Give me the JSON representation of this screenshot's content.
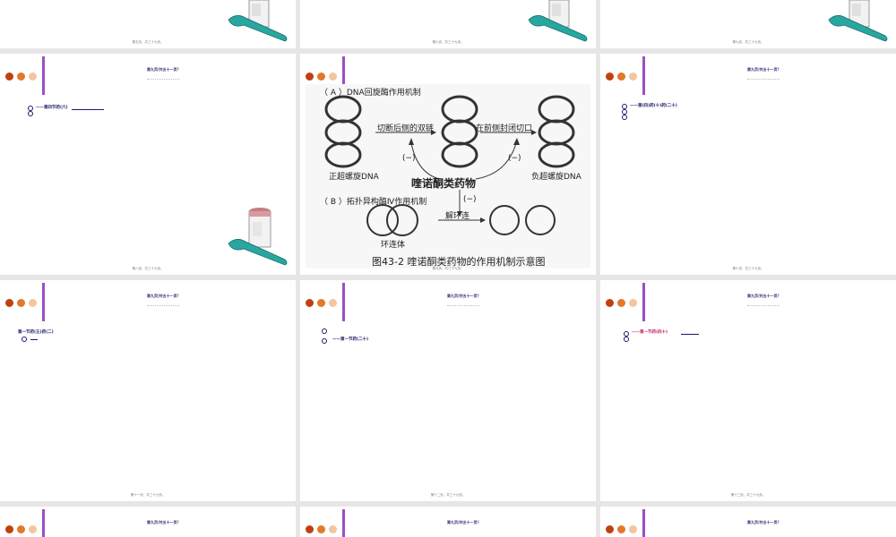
{
  "slides": {
    "s1": {
      "footer": "第五页，共三十九页。"
    },
    "s2": {
      "footer": "第六页，共三十九页。"
    },
    "s3": {
      "footer": "第七页，共三十九页。"
    },
    "s4": {
      "header": "第九页/共五十一页？",
      "item": "——第四节药(六)",
      "footer": "第八页，共三十九页。"
    },
    "s5": {
      "footer": "第九页，共三十九页。",
      "diagram": {
        "title_a": "（ A ）DNA回旋酶作用机制",
        "label_positive": "正超螺旋DNA",
        "label_cut": "切断后侧的双链",
        "label_seal": "在前侧封闭切口",
        "label_negative": "负超螺旋DNA",
        "label_drug": "喹诺酮类药物",
        "label_inhibit_left": "(−)",
        "label_inhibit_right": "(−)",
        "label_inhibit_down": "(−)",
        "title_b": "（ B ）拓扑异构酶Ⅳ作用机制",
        "label_decatenate": "解环连",
        "label_catenane": "环连体",
        "caption": "图43-2  喹诺酮类药物的作用机制示意图"
      }
    },
    "s6": {
      "header": "第九页/共五十一页？",
      "item": "——第(四)药(十)药(二十)",
      "footer": "第十页，共三十九页。"
    },
    "s7": {
      "header": "第九页/共五十一页？",
      "item": "第一节药(五)药(二)",
      "footer": "第十一页，共三十九页。"
    },
    "s8": {
      "header": "第九页/共五十一页？",
      "item": "——第一节药(二十)",
      "footer": "第十二页，共三十九页。"
    },
    "s9": {
      "header": "第九页/共五十一页？",
      "item": "——第一节药(四十)",
      "footer": "第十三页，共三十九页。"
    },
    "s10": {
      "header": "第九页/共五十一页？"
    },
    "s11": {
      "header": "第九页/共五十一页？"
    },
    "s12": {
      "header": "第九页/共五十一页？"
    }
  },
  "colors": {
    "accent_purple": "#9b4fc6",
    "dot_red": "#c0410f",
    "dot_orange": "#e2792a",
    "dot_peach": "#f1c6a0",
    "teal_spoon": "#2aa6a0"
  },
  "icons": [
    "medicine-cup-icon",
    "spoon-icon",
    "bullet-ring-icon"
  ]
}
